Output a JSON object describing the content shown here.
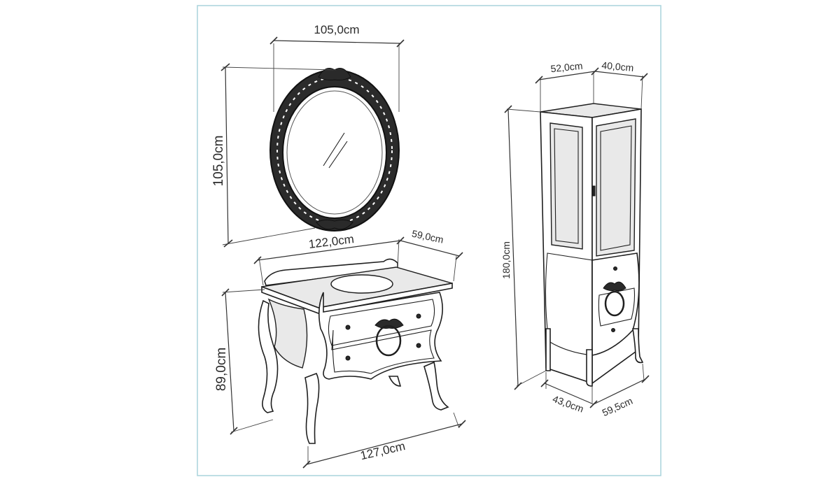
{
  "mirror": {
    "width_label": "105,0cm",
    "height_label": "105,0cm"
  },
  "vanity": {
    "top_width_label": "122,0cm",
    "top_depth_label": "59,0cm",
    "height_label": "89,0cm",
    "base_width_label": "127,0cm"
  },
  "tall_cabinet": {
    "top_width_label": "52,0cm",
    "top_depth_label": "40,0cm",
    "height_label": "180,0cm",
    "base_width_label": "43,0cm",
    "base_depth_label": "59,5cm"
  },
  "colors": {
    "frame": "#a9d3dc",
    "ink": "#1f1f1f"
  }
}
